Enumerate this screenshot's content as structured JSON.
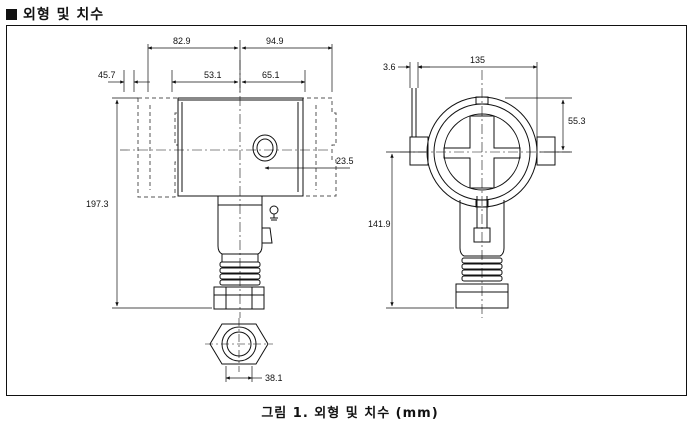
{
  "heading": {
    "text": "외형 및 치수"
  },
  "dimensions": {
    "d_82_9": "82.9",
    "d_94_9": "94.9",
    "d_45_7": "45.7",
    "d_53_1": "53.1",
    "d_65_1": "65.1",
    "d_23_5": "23.5",
    "d_197_3": "197.3",
    "d_38_1": "38.1",
    "d_3_6": "3.6",
    "d_135": "135",
    "d_55_3": "55.3",
    "d_141_9": "141.9"
  },
  "caption": {
    "text": "그림 1.  외형  및  치수  (mm)"
  }
}
